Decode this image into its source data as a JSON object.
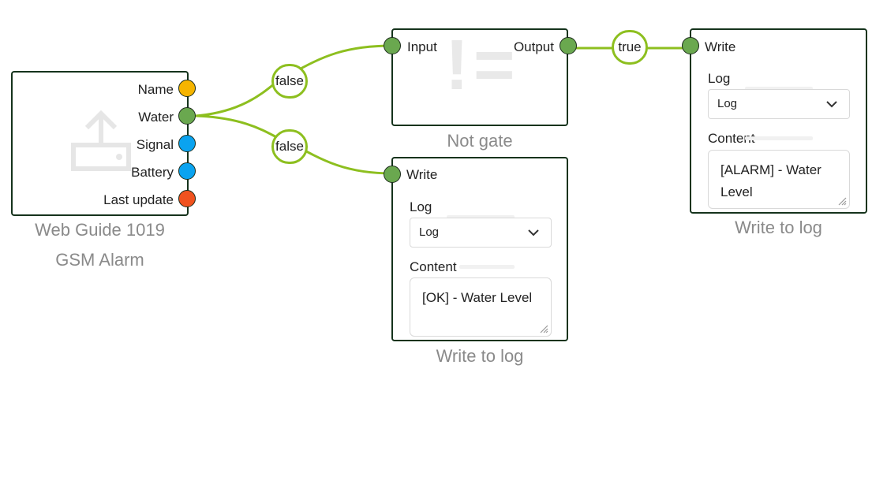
{
  "wire_color": "#8dbf1f",
  "node_border_color": "#15331c",
  "device_node": {
    "icon": "upload-device-icon",
    "ports": [
      {
        "label": "Name",
        "color": "#f5b400"
      },
      {
        "label": "Water",
        "color": "#6aa84f"
      },
      {
        "label": "Signal",
        "color": "#0aa3f0"
      },
      {
        "label": "Battery",
        "color": "#0aa3f0"
      },
      {
        "label": "Last update",
        "color": "#f0521f"
      }
    ],
    "caption_line1": "Web Guide 1019",
    "caption_line2": "GSM Alarm"
  },
  "wires": {
    "false_top": "false",
    "false_bottom": "false",
    "true_wire": "true"
  },
  "not_gate": {
    "input_label": "Input",
    "output_label": "Output",
    "symbol": "!=",
    "caption": "Not gate"
  },
  "write_log_top": {
    "port_label": "Write",
    "log_label": "Log",
    "log_value": "Log",
    "content_label": "Content",
    "content_value": "[ALARM] - Water Level",
    "caption": "Write to log"
  },
  "write_log_bottom": {
    "port_label": "Write",
    "log_label": "Log",
    "log_value": "Log",
    "content_label": "Content",
    "content_value": "[OK] - Water Level",
    "caption": "Write to log"
  }
}
